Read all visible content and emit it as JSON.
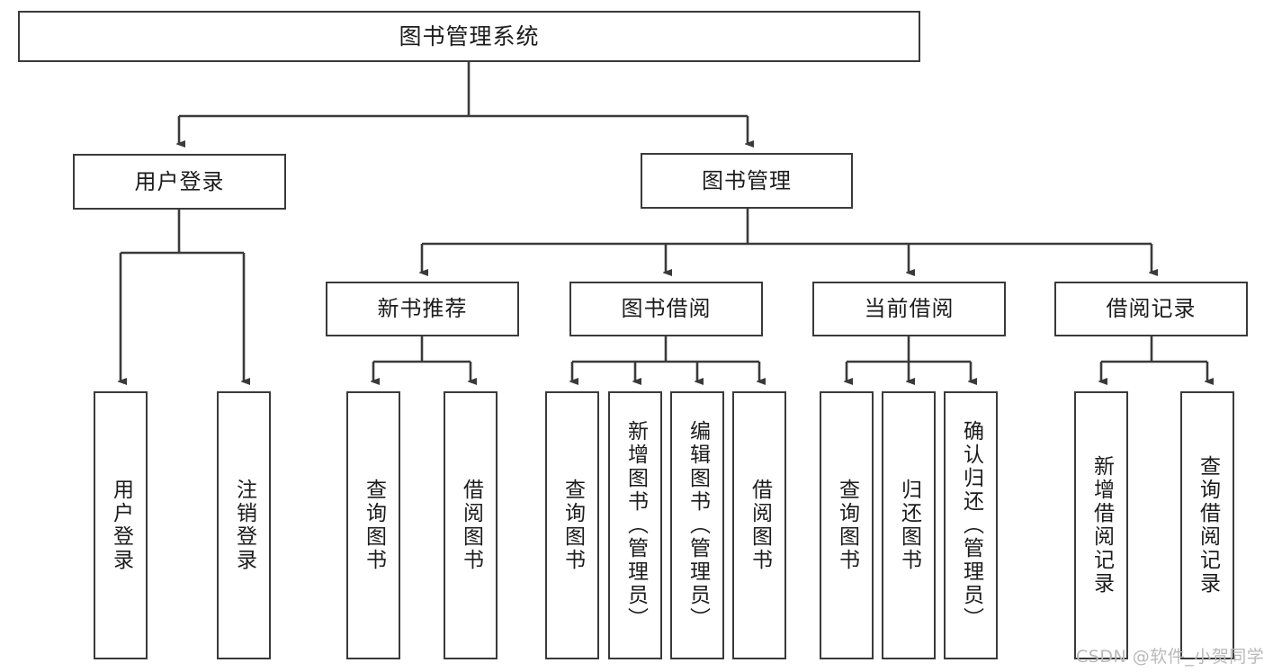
{
  "diagram": {
    "title": "图书管理系统",
    "type": "tree-hierarchy",
    "root": {
      "id": "root",
      "label": "图书管理系统"
    },
    "level2": [
      {
        "id": "user-login",
        "label": "用户登录"
      },
      {
        "id": "book-manage",
        "label": "图书管理"
      }
    ],
    "level3": [
      {
        "id": "new-book-rec",
        "label": "新书推荐",
        "parent": "book-manage"
      },
      {
        "id": "book-borrow",
        "label": "图书借阅",
        "parent": "book-manage"
      },
      {
        "id": "current-borrow",
        "label": "当前借阅",
        "parent": "book-manage"
      },
      {
        "id": "borrow-record",
        "label": "借阅记录",
        "parent": "book-manage"
      }
    ],
    "leaves": [
      {
        "id": "leaf-user-login",
        "label": "用户登录",
        "parent": "user-login"
      },
      {
        "id": "leaf-logout",
        "label": "注销登录",
        "parent": "user-login"
      },
      {
        "id": "leaf-query-book-1",
        "label": "查询图书",
        "parent": "new-book-rec"
      },
      {
        "id": "leaf-borrow-book-1",
        "label": "借阅图书",
        "parent": "new-book-rec"
      },
      {
        "id": "leaf-query-book-2",
        "label": "查询图书",
        "parent": "book-borrow"
      },
      {
        "id": "leaf-add-book",
        "label": "新增图书（管理员）",
        "parent": "book-borrow"
      },
      {
        "id": "leaf-edit-book",
        "label": "编辑图书（管理员）",
        "parent": "book-borrow"
      },
      {
        "id": "leaf-borrow-book-2",
        "label": "借阅图书",
        "parent": "book-borrow"
      },
      {
        "id": "leaf-query-book-3",
        "label": "查询图书",
        "parent": "current-borrow"
      },
      {
        "id": "leaf-return-book",
        "label": "归还图书",
        "parent": "current-borrow"
      },
      {
        "id": "leaf-confirm-return",
        "label": "确认归还（管理员）",
        "parent": "current-borrow"
      },
      {
        "id": "leaf-add-record",
        "label": "新增借阅记录",
        "parent": "borrow-record"
      },
      {
        "id": "leaf-query-record",
        "label": "查询借阅记录",
        "parent": "borrow-record"
      }
    ],
    "colors": {
      "stroke": "#3a3a3a",
      "fill": "#ffffff",
      "text": "#1c1c1c",
      "watermark": "#b9b9b9"
    }
  },
  "watermark": {
    "text": "CSDN @软件_小贺同学"
  }
}
